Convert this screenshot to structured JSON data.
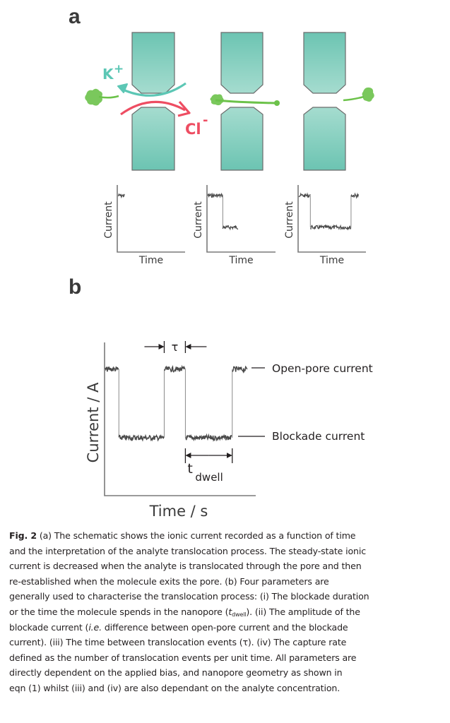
{
  "figure": {
    "panel_a_label": "a",
    "panel_b_label": "b",
    "colors": {
      "membrane": "#6cc4b2",
      "membrane_light": "#9fd9cc",
      "membrane_edge": "#6b6b6b",
      "cation_arrow": "#5cc7b5",
      "anion_arrow": "#ee4d62",
      "analyte": "#6cc24a",
      "trace": "#4a4a4a",
      "axis": "#7a7a7a"
    },
    "panel_a": {
      "cation_label": "K",
      "cation_charge": "+",
      "anion_label": "Cl",
      "anion_charge": "-",
      "stages": [
        {
          "name": "before-translocation",
          "ylabel": "Current",
          "xlabel": "Time"
        },
        {
          "name": "during-translocation",
          "ylabel": "Current",
          "xlabel": "Time"
        },
        {
          "name": "after-translocation",
          "ylabel": "Current",
          "xlabel": "Time"
        }
      ]
    },
    "panel_b": {
      "tau_label": "τ",
      "tdwell_main": "t",
      "tdwell_sub": "dwell",
      "open_pore_label": "Open-pore current",
      "blockade_label": "Blockade current"
    }
  },
  "chart_data": [
    {
      "type": "line",
      "title": "Panel a (i): before translocation",
      "xlabel": "Time",
      "ylabel": "Current",
      "grid": false,
      "series": [
        {
          "name": "ionic current",
          "segments": [
            {
              "level": "open",
              "t_start": 0.0,
              "t_end": 0.1
            }
          ]
        }
      ]
    },
    {
      "type": "line",
      "title": "Panel a (ii): during translocation",
      "xlabel": "Time",
      "ylabel": "Current",
      "grid": false,
      "series": [
        {
          "name": "ionic current",
          "segments": [
            {
              "level": "open",
              "t_start": 0.0,
              "t_end": 0.22
            },
            {
              "level": "blockade",
              "t_start": 0.22,
              "t_end": 0.45
            }
          ]
        }
      ]
    },
    {
      "type": "line",
      "title": "Panel a (iii): after translocation",
      "xlabel": "Time",
      "ylabel": "Current",
      "grid": false,
      "series": [
        {
          "name": "ionic current",
          "segments": [
            {
              "level": "open",
              "t_start": 0.0,
              "t_end": 0.17
            },
            {
              "level": "blockade",
              "t_start": 0.17,
              "t_end": 0.77
            },
            {
              "level": "open",
              "t_start": 0.77,
              "t_end": 0.88
            }
          ]
        }
      ]
    },
    {
      "type": "line",
      "title": "Panel b: translocation parameters",
      "xlabel": "Time / s",
      "ylabel": "Current / A",
      "grid": false,
      "levels": {
        "open": 1.0,
        "blockade": 0.45
      },
      "series": [
        {
          "name": "ionic current",
          "segments": [
            {
              "level": "open",
              "t_start": 0.0,
              "t_end": 0.09
            },
            {
              "level": "blockade",
              "t_start": 0.09,
              "t_end": 0.39
            },
            {
              "level": "open",
              "t_start": 0.39,
              "t_end": 0.53
            },
            {
              "level": "blockade",
              "t_start": 0.53,
              "t_end": 0.84
            },
            {
              "level": "open",
              "t_start": 0.84,
              "t_end": 0.94
            }
          ]
        }
      ],
      "annotations": [
        {
          "text": "τ",
          "meaning": "time between translocation events",
          "t_start": 0.39,
          "t_end": 0.53
        },
        {
          "text": "t_dwell",
          "meaning": "blockade duration",
          "t_start": 0.53,
          "t_end": 0.84
        },
        {
          "text": "Open-pore current",
          "level": "open"
        },
        {
          "text": "Blockade current",
          "level": "blockade"
        }
      ]
    }
  ],
  "caption": {
    "fig_label": "Fig. 2",
    "lines": [
      " (a) The schematic shows the ionic current recorded as a function of time",
      "and the interpretation of the analyte translocation process. The steady-state ionic",
      "current is decreased when the analyte is translocated through the pore and then",
      "re-established when the molecule exits the pore. (b) Four parameters are",
      "generally used to characterise the translocation process: (i) The blockade duration"
    ],
    "line6_pre": "or the time the molecule spends in the nanopore (",
    "line6_t": "t",
    "line6_sub": "dwell",
    "line6_post": "). (ii) The amplitude of the",
    "line7_pre": "blockade current (",
    "line7_ie": "i.e.",
    "line7_post": " difference between open-pore current and the blockade",
    "lines_end": [
      "current). (iii) The time between translocation events (τ). (iv) The capture rate",
      "defined as the number of translocation events per unit time. All parameters are",
      "directly dependent on the applied bias, and nanopore geometry as shown in",
      "eqn (1) whilst (iii) and (iv) are also dependant on the analyte concentration."
    ]
  }
}
